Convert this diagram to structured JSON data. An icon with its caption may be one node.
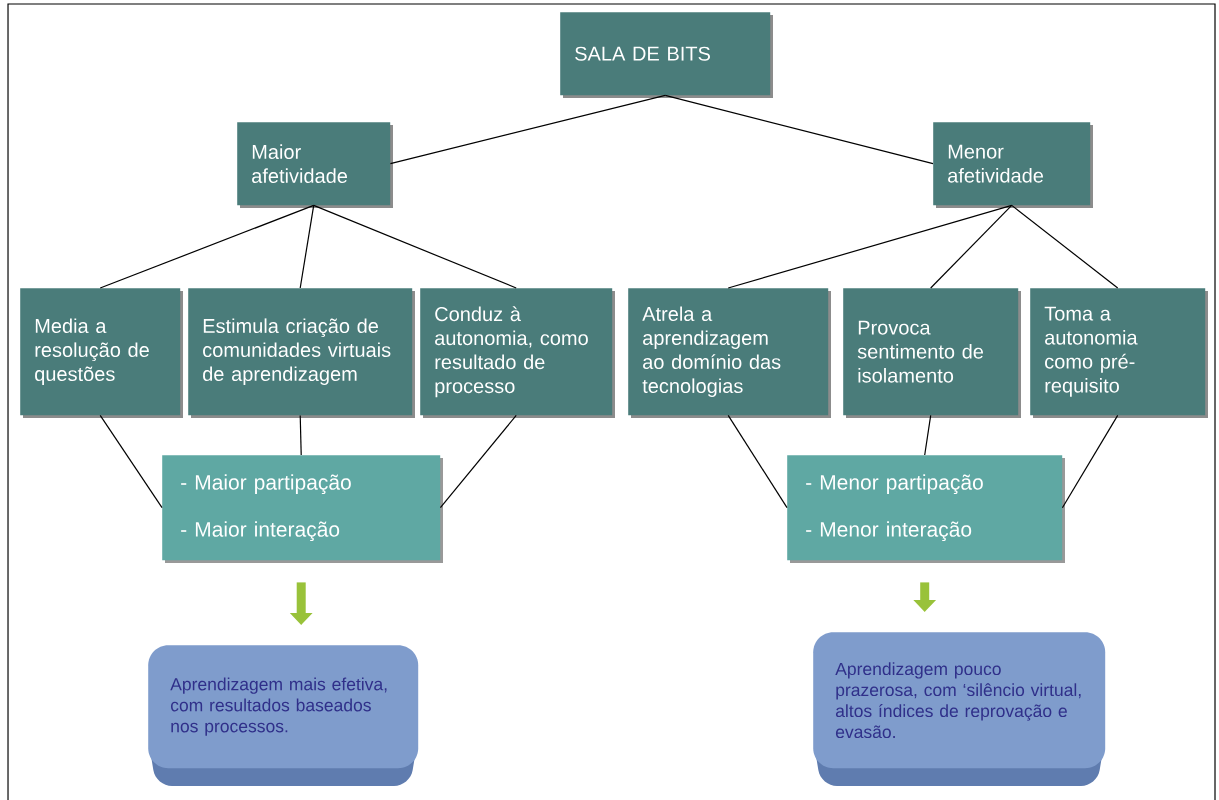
{
  "diagram": {
    "nodes": [
      {
        "text": [
          "SALA DE BITS"
        ]
      },
      {
        "text": [
          "Maior afetividade"
        ]
      },
      {
        "text": [
          "Menor afetividade"
        ]
      },
      {
        "text": [
          "Media a resolução de questões"
        ]
      },
      {
        "text": [
          "Estimula criação de comunidades virtuais de aprendizagem"
        ]
      },
      {
        "text": [
          "Conduz à autonomia, como resultado de processo"
        ]
      },
      {
        "text": [
          "Atrela a aprendizagem ao domínio das tecnologias"
        ]
      },
      {
        "text": [
          "Provoca sentimento de isolamento"
        ]
      },
      {
        "text": [
          "Toma a autonomia como pré-requisito"
        ]
      },
      {
        "text": [
          "- Maior partipação",
          "- Maior interação"
        ]
      },
      {
        "text": [
          "- Menor partipação",
          "- Menor interação"
        ]
      },
      {
        "text": [
          "Aprendizagem mais efetiva, com resultados baseados nos processos."
        ]
      },
      {
        "text": [
          "Aprendizagem pouco prazerosa, com ‘silêncio virtual, altos índices de reprovação e evasão."
        ]
      }
    ],
    "edges": [
      {
        "from": 0,
        "to": 1,
        "arrow": "none"
      },
      {
        "from": 0,
        "to": 2,
        "arrow": "none"
      },
      {
        "from": 1,
        "to": 3,
        "arrow": "none"
      },
      {
        "from": 1,
        "to": 4,
        "arrow": "none"
      },
      {
        "from": 1,
        "to": 5,
        "arrow": "none"
      },
      {
        "from": 2,
        "to": 6,
        "arrow": "none"
      },
      {
        "from": 2,
        "to": 7,
        "arrow": "none"
      },
      {
        "from": 2,
        "to": 8,
        "arrow": "none"
      },
      {
        "from": 3,
        "to": 9,
        "arrow": "none"
      },
      {
        "from": 4,
        "to": 9,
        "arrow": "none"
      },
      {
        "from": 5,
        "to": 9,
        "arrow": "none"
      },
      {
        "from": 6,
        "to": 10,
        "arrow": "none"
      },
      {
        "from": 7,
        "to": 10,
        "arrow": "none"
      },
      {
        "from": 8,
        "to": 10,
        "arrow": "none"
      },
      {
        "from": 9,
        "to": 11,
        "arrow": "to",
        "style": "thick",
        "color": "#99c23a"
      },
      {
        "from": 10,
        "to": 12,
        "arrow": "to",
        "style": "thick",
        "color": "#99c23a"
      }
    ]
  }
}
